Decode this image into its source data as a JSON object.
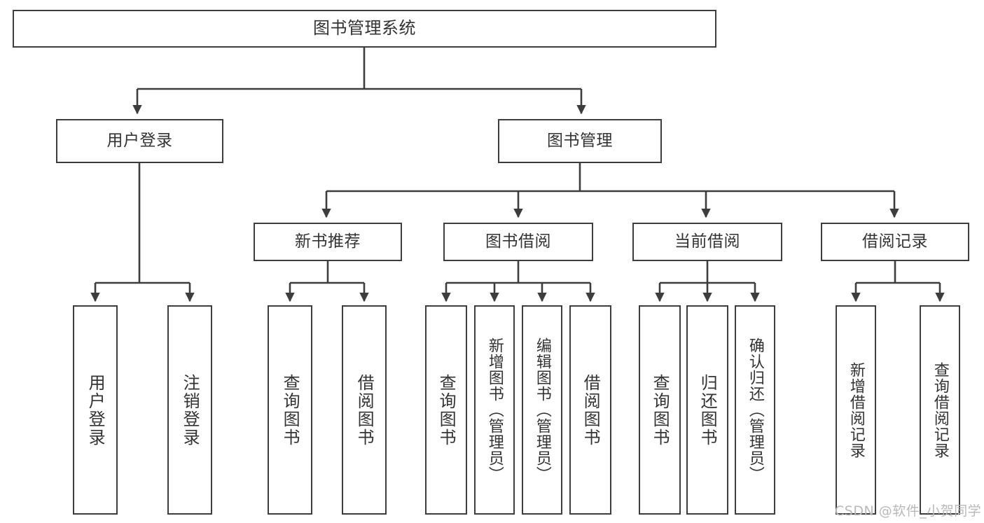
{
  "diagram": {
    "title": "图书管理系统",
    "type": "function-structure-tree",
    "stroke_color": "#3d3d3d",
    "text_color": "#333333",
    "background": "#ffffff",
    "watermark": "CSDN @软件_小贺同学",
    "nodes": {
      "root": "图书管理系统",
      "level2": {
        "user_login": "用户登录",
        "book_manage": "图书管理"
      },
      "level3": {
        "new_book_rec": "新书推荐",
        "book_borrow": "图书借阅",
        "current_borrow": "当前借阅",
        "borrow_record": "借阅记录"
      },
      "leaves": {
        "login_1": "用户登录",
        "login_2": "注销登录",
        "rec_1": "查询图书",
        "rec_2": "借阅图书",
        "borrow_1": "查询图书",
        "borrow_2": "新增图书（管理员）",
        "borrow_3": "编辑图书（管理员）",
        "borrow_4": "借阅图书",
        "cur_1": "查询图书",
        "cur_2": "归还图书",
        "cur_3": "确认归还（管理员）",
        "rec2_1": "新增借阅记录",
        "rec2_2": "查询借阅记录"
      }
    }
  }
}
